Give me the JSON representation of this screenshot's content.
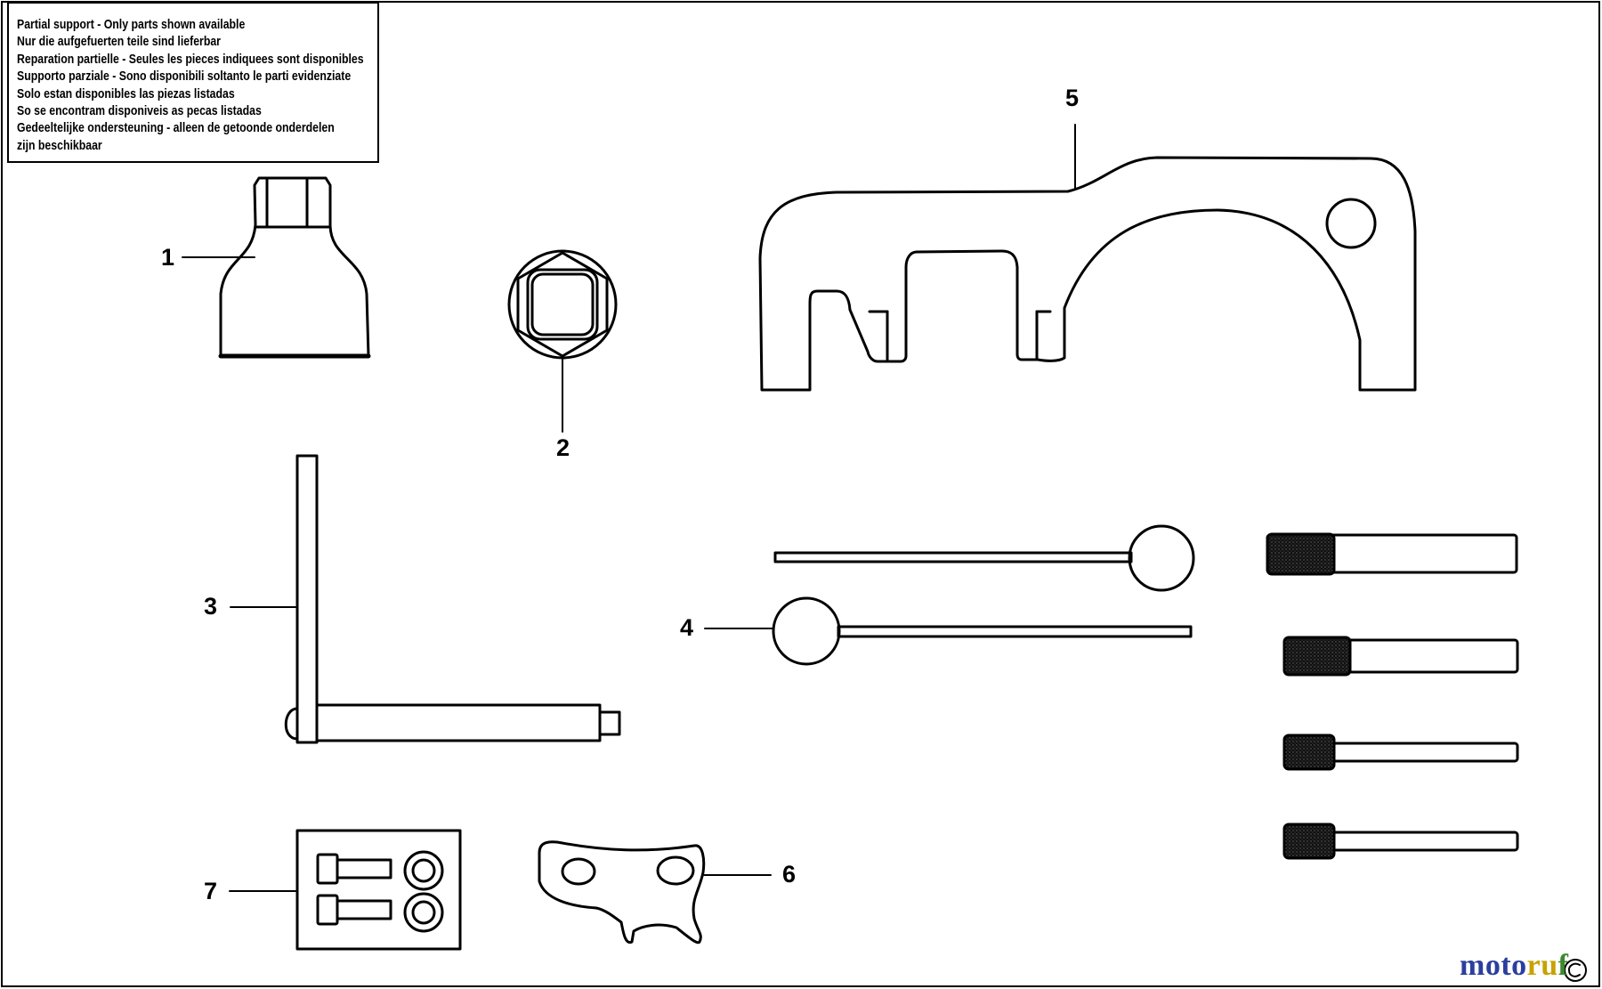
{
  "notice": {
    "lines": [
      "Partial support - Only parts shown available",
      "Nur die aufgefuerten teile sind lieferbar",
      "Reparation partielle - Seules les pieces indiquees sont disponibles",
      "Supporto parziale - Sono disponibili soltanto le parti evidenziate",
      "Solo estan disponibles las piezas listadas",
      "So se encontram disponiveis as pecas listadas",
      "Gedeeltelijke ondersteuning - alleen de getoonde onderdelen",
      "zijn beschikbaar"
    ]
  },
  "callouts": {
    "c1": "1",
    "c2": "2",
    "c3": "3",
    "c4": "4",
    "c5": "5",
    "c6": "6",
    "c7": "7"
  },
  "brand": {
    "text": "motoruf",
    "colors": [
      "#2a3f9e",
      "#2a3f9e",
      "#2a3f9e",
      "#2a3f9e",
      "#c8a200",
      "#c8a200",
      "#3a8a2e"
    ]
  }
}
